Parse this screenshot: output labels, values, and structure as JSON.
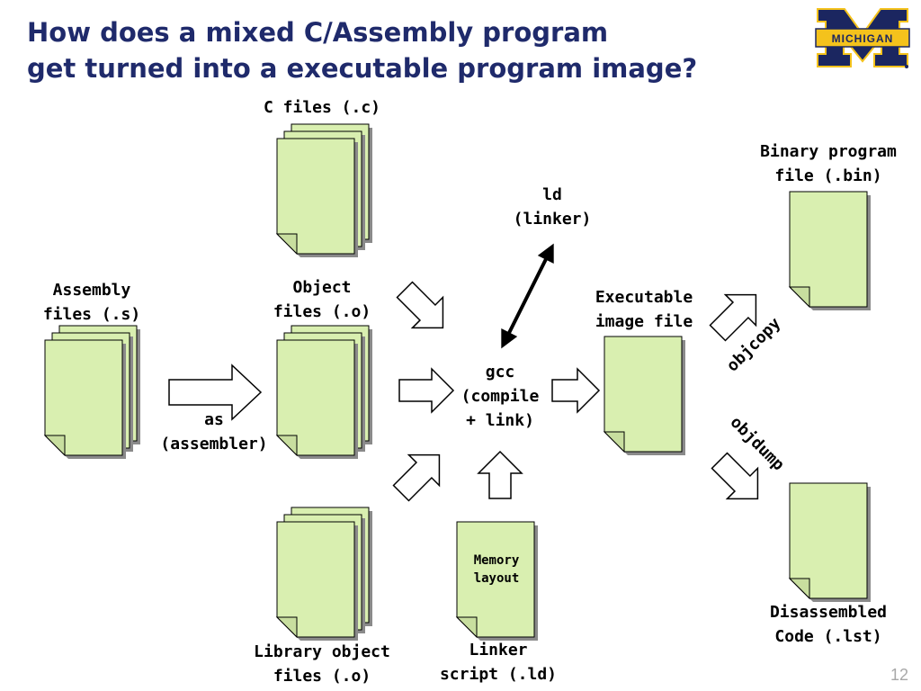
{
  "slide": {
    "title_line1": "How does a mixed C/Assembly program",
    "title_line2": "get turned into a executable program image?",
    "logo_text": "MICHIGAN",
    "page_number": "12"
  },
  "colors": {
    "title": "#1f2a6b",
    "file_fill": "#d9efb0",
    "file_shadow": "#8a8a8a",
    "logo_blue": "#1b2660",
    "logo_maize": "#f4c21c"
  },
  "labels": {
    "c_files": "C files (.c)",
    "assembly_line1": "Assembly",
    "assembly_line2": "files (.s)",
    "object_line1": "Object",
    "object_line2": "files (.o)",
    "library_line1": "Library object",
    "library_line2": "files (.o)",
    "as_line1": "as",
    "as_line2": "(assembler)",
    "ld_line1": "ld",
    "ld_line2": "(linker)",
    "gcc_line1": "gcc",
    "gcc_line2": "(compile",
    "gcc_line3": "+ link)",
    "memory_line1": "Memory",
    "memory_line2": "layout",
    "linker_line1": "Linker",
    "linker_line2": "script (.ld)",
    "exec_line1": "Executable",
    "exec_line2": "image file",
    "binary_line1": "Binary program",
    "binary_line2": "file (.bin)",
    "objcopy": "objcopy",
    "objdump": "objdump",
    "disasm_line1": "Disassembled",
    "disasm_line2": "Code (.lst)"
  }
}
